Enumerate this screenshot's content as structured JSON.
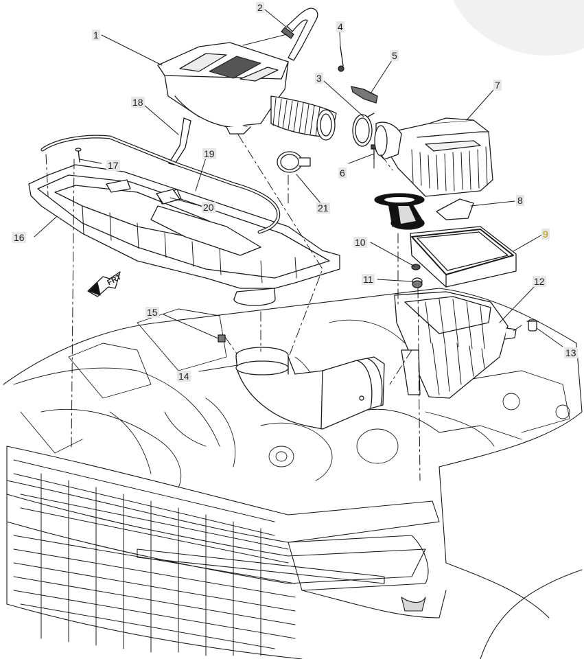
{
  "diagram": {
    "callouts": [
      {
        "id": "1",
        "label": "1"
      },
      {
        "id": "2",
        "label": "2"
      },
      {
        "id": "3",
        "label": "3"
      },
      {
        "id": "4",
        "label": "4"
      },
      {
        "id": "5",
        "label": "5"
      },
      {
        "id": "6",
        "label": "6"
      },
      {
        "id": "7",
        "label": "7"
      },
      {
        "id": "8",
        "label": "8"
      },
      {
        "id": "9",
        "label": "9",
        "highlight": true
      },
      {
        "id": "10",
        "label": "10"
      },
      {
        "id": "11",
        "label": "11"
      },
      {
        "id": "12",
        "label": "12"
      },
      {
        "id": "13",
        "label": "13"
      },
      {
        "id": "14",
        "label": "14"
      },
      {
        "id": "15",
        "label": "15"
      },
      {
        "id": "16",
        "label": "16"
      },
      {
        "id": "17",
        "label": "17"
      },
      {
        "id": "18",
        "label": "18"
      },
      {
        "id": "19",
        "label": "19"
      },
      {
        "id": "20",
        "label": "20"
      },
      {
        "id": "21",
        "label": "21"
      }
    ],
    "forward_indicator": "FRT",
    "colors": {
      "line": "#1a1a1a",
      "highlight_label": "#b89600",
      "label_bg": "#e6e6e6"
    }
  }
}
